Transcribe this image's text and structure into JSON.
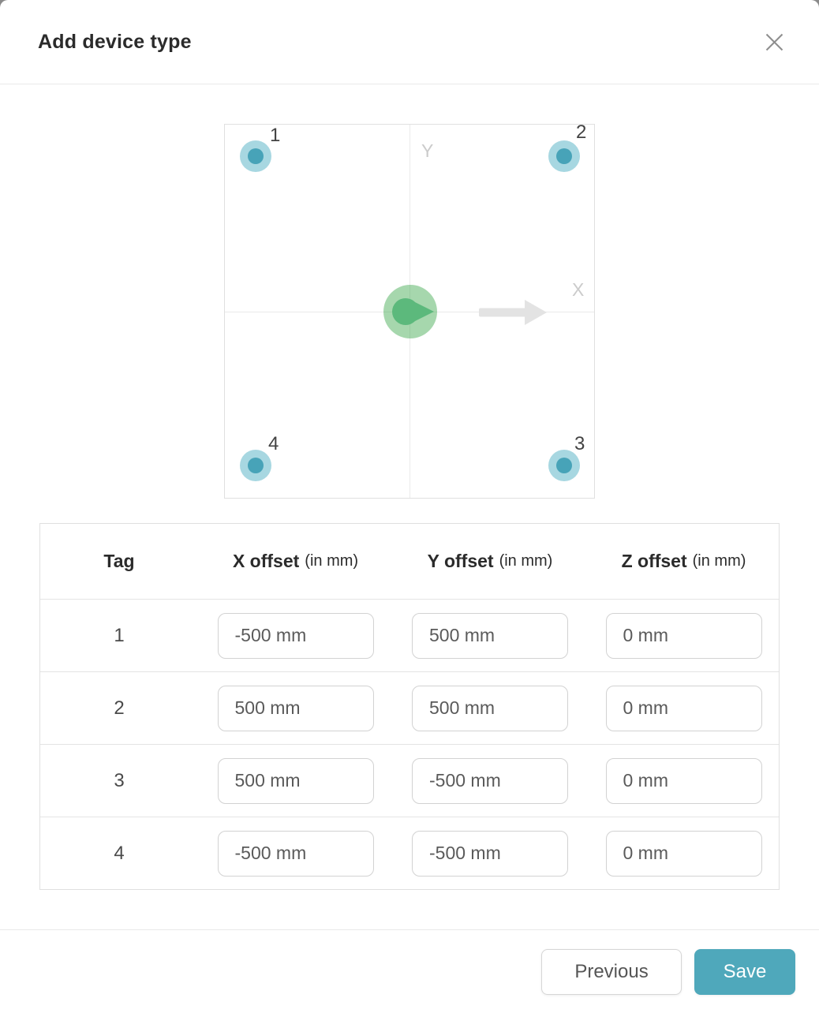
{
  "dialog": {
    "title": "Add device type"
  },
  "diagram": {
    "x_axis_label": "X",
    "y_axis_label": "Y",
    "tag_labels": [
      "1",
      "2",
      "3",
      "4"
    ],
    "colors": {
      "tag_outer": "#a7d7e1",
      "tag_inner": "#47a3b8",
      "origin_halo": "#41ab51",
      "origin_dot": "#5cb97c",
      "axis_line": "#eaeaea",
      "axis_label": "#cbcbcb",
      "arrow": "#e3e3e3"
    }
  },
  "table": {
    "headers": [
      {
        "label": "Tag",
        "unit": ""
      },
      {
        "label": "X offset",
        "unit": "(in mm)"
      },
      {
        "label": "Y offset",
        "unit": "(in mm)"
      },
      {
        "label": "Z offset",
        "unit": "(in mm)"
      }
    ],
    "rows": [
      {
        "tag": "1",
        "x_offset": "-500 mm",
        "y_offset": "500 mm",
        "z_offset": "0 mm"
      },
      {
        "tag": "2",
        "x_offset": "500 mm",
        "y_offset": "500 mm",
        "z_offset": "0 mm"
      },
      {
        "tag": "3",
        "x_offset": "500 mm",
        "y_offset": "-500 mm",
        "z_offset": "0 mm"
      },
      {
        "tag": "4",
        "x_offset": "-500 mm",
        "y_offset": "-500 mm",
        "z_offset": "0 mm"
      }
    ]
  },
  "footer": {
    "previous_label": "Previous",
    "save_label": "Save"
  },
  "colors": {
    "accent": "#4fa8bb"
  }
}
